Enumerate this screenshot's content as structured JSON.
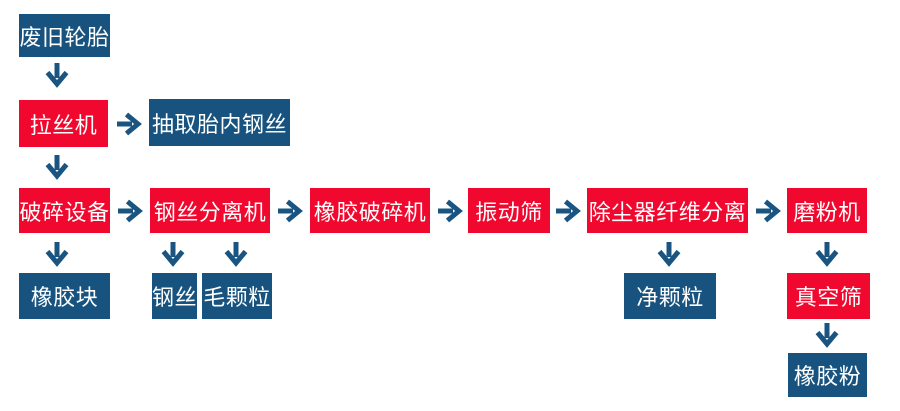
{
  "diagram": {
    "type": "flowchart",
    "colors": {
      "process_box_red": "#f1082e",
      "product_box_blue": "#17537e",
      "arrow_blue": "#1a5480",
      "label_text": "#ffffff",
      "background": "#ffffff"
    },
    "nodes": [
      {
        "id": "waste-tires",
        "label": "废旧轮胎",
        "kind": "product"
      },
      {
        "id": "wire-drawing-machine",
        "label": "拉丝机",
        "kind": "process"
      },
      {
        "id": "extract-inner-steel-wire",
        "label": "抽取胎内钢丝",
        "kind": "product"
      },
      {
        "id": "crushing-equipment",
        "label": "破碎设备",
        "kind": "process"
      },
      {
        "id": "steel-wire-separator",
        "label": "钢丝分离机",
        "kind": "process"
      },
      {
        "id": "rubber-crusher",
        "label": "橡胶破碎机",
        "kind": "process"
      },
      {
        "id": "vibrating-screen",
        "label": "振动筛",
        "kind": "process"
      },
      {
        "id": "dust-collector-fiber-separation",
        "label": "除尘器纤维分离",
        "kind": "process"
      },
      {
        "id": "grinding-machine",
        "label": "磨粉机",
        "kind": "process"
      },
      {
        "id": "rubber-block",
        "label": "橡胶块",
        "kind": "product"
      },
      {
        "id": "steel-wire",
        "label": "钢丝",
        "kind": "product"
      },
      {
        "id": "raw-granules",
        "label": "毛颗粒",
        "kind": "product"
      },
      {
        "id": "clean-granules",
        "label": "净颗粒",
        "kind": "product"
      },
      {
        "id": "vacuum-screen",
        "label": "真空筛",
        "kind": "process"
      },
      {
        "id": "rubber-powder",
        "label": "橡胶粉",
        "kind": "product"
      }
    ],
    "edges": [
      {
        "from": "waste-tires",
        "to": "wire-drawing-machine",
        "direction": "down"
      },
      {
        "from": "wire-drawing-machine",
        "to": "extract-inner-steel-wire",
        "direction": "right"
      },
      {
        "from": "wire-drawing-machine",
        "to": "crushing-equipment",
        "direction": "down"
      },
      {
        "from": "crushing-equipment",
        "to": "steel-wire-separator",
        "direction": "right"
      },
      {
        "from": "steel-wire-separator",
        "to": "rubber-crusher",
        "direction": "right"
      },
      {
        "from": "rubber-crusher",
        "to": "vibrating-screen",
        "direction": "right"
      },
      {
        "from": "vibrating-screen",
        "to": "dust-collector-fiber-separation",
        "direction": "right"
      },
      {
        "from": "dust-collector-fiber-separation",
        "to": "grinding-machine",
        "direction": "right"
      },
      {
        "from": "crushing-equipment",
        "to": "rubber-block",
        "direction": "down"
      },
      {
        "from": "steel-wire-separator",
        "to": "steel-wire",
        "direction": "down"
      },
      {
        "from": "steel-wire-separator",
        "to": "raw-granules",
        "direction": "down"
      },
      {
        "from": "dust-collector-fiber-separation",
        "to": "clean-granules",
        "direction": "down"
      },
      {
        "from": "grinding-machine",
        "to": "vacuum-screen",
        "direction": "down"
      },
      {
        "from": "vacuum-screen",
        "to": "rubber-powder",
        "direction": "down"
      }
    ]
  }
}
